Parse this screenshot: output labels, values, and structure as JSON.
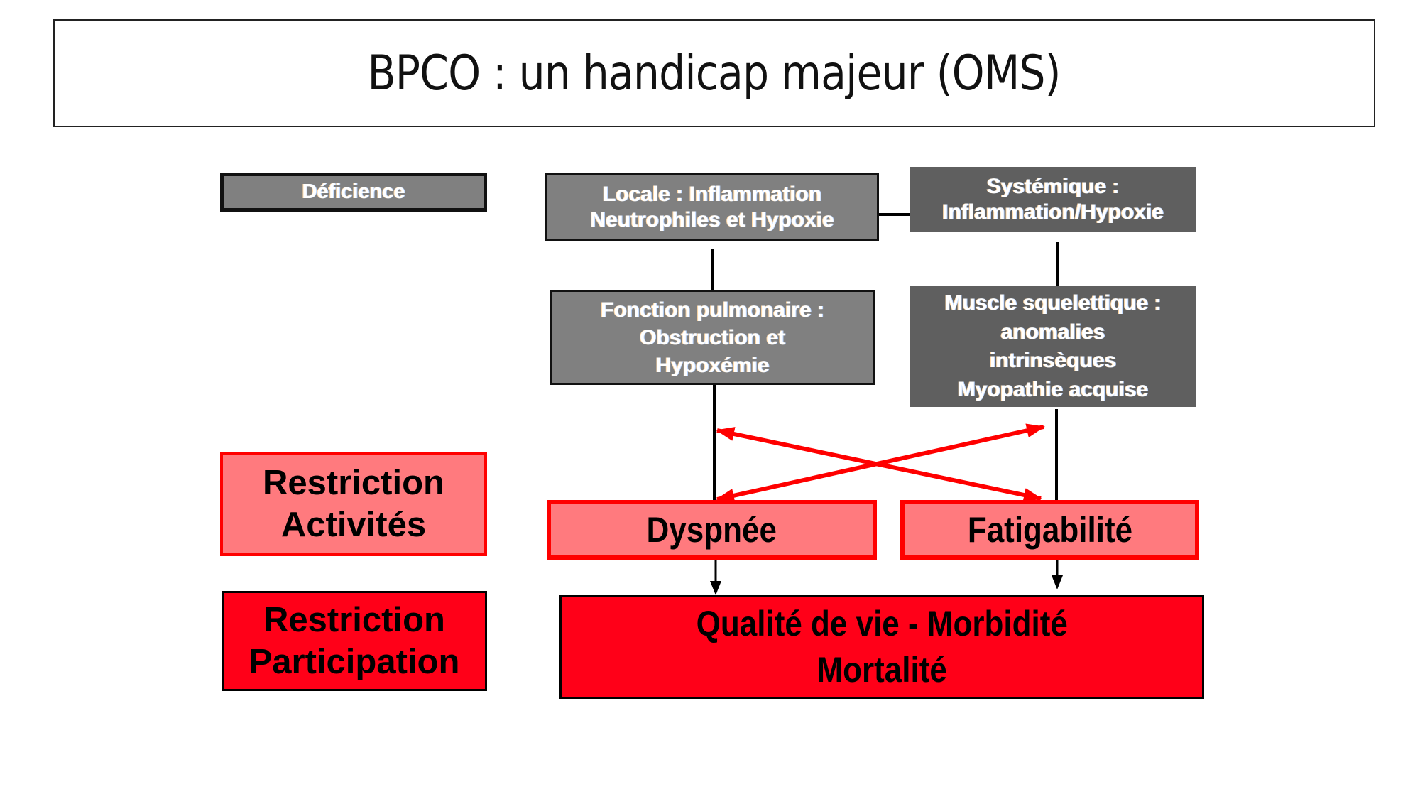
{
  "slide": {
    "title": "BPCO : un handicap majeur (OMS)"
  },
  "legend": {
    "deficience": "Déficience",
    "restriction_activites": [
      "Restriction",
      "Activités"
    ],
    "restriction_participation": [
      "Restriction",
      "Participation"
    ]
  },
  "nodes": {
    "locale": [
      "Locale : Inflammation",
      "Neutrophiles et Hypoxie"
    ],
    "systemique": [
      "Systémique :",
      "Inflammation/Hypoxie"
    ],
    "fonction_pulmonaire": [
      "Fonction pulmonaire :",
      "Obstruction et",
      "Hypoxémie"
    ],
    "muscle": [
      "Muscle squelettique :",
      "anomalies",
      "intrinsèques",
      "Myopathie acquise"
    ],
    "dyspnee": "Dyspnée",
    "fatigabilite": "Fatigabilité",
    "outcome": [
      "Qualité de vie  - Morbidité",
      "Mortalité"
    ]
  },
  "colors": {
    "gray_box": "#808080",
    "dark_gray_box": "#5f5f5f",
    "light_red_box": "#ff7a7e",
    "red_box": "#ff0018",
    "red_arrow": "#ff0000",
    "border": "#111111"
  },
  "edges": [
    {
      "from": "locale",
      "to": "systemique",
      "type": "arrow"
    },
    {
      "from": "locale",
      "to": "fonction_pulmonaire",
      "type": "line"
    },
    {
      "from": "systemique",
      "to": "muscle",
      "type": "line"
    },
    {
      "from": "fonction_pulmonaire",
      "to": "dyspnee",
      "type": "line"
    },
    {
      "from": "muscle",
      "to": "fatigabilite",
      "type": "line"
    },
    {
      "from": "fonction_pulmonaire",
      "to": "fatigabilite",
      "type": "double-arrow-red"
    },
    {
      "from": "muscle",
      "to": "dyspnee",
      "type": "double-arrow-red"
    },
    {
      "from": "dyspnee",
      "to": "outcome",
      "type": "arrow"
    },
    {
      "from": "fatigabilite",
      "to": "outcome",
      "type": "arrow"
    }
  ]
}
